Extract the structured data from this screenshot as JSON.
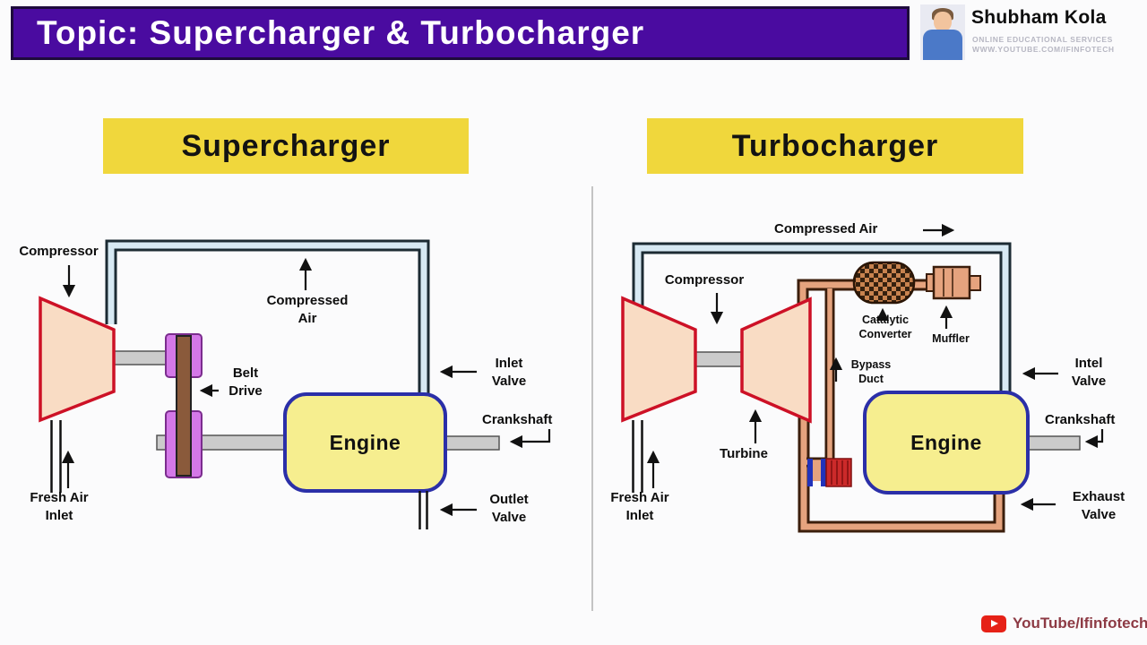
{
  "header": {
    "title": "Topic: Supercharger & Turbocharger"
  },
  "branding": {
    "name": "Shubham Kola",
    "tagline1": "ONLINE EDUCATIONAL SERVICES",
    "tagline2": "WWW.YOUTUBE.COM/IFINFOTECH"
  },
  "footer": {
    "channel": "YouTube/Ifinfotech"
  },
  "diagrams": {
    "supercharger": {
      "title": "Supercharger",
      "labels": {
        "compressor": "Compressor",
        "compressed_air": "Compressed\nAir",
        "belt_drive": "Belt\nDrive",
        "engine": "Engine",
        "inlet_valve": "Inlet\nValve",
        "crankshaft": "Crankshaft",
        "outlet_valve": "Outlet\nValve",
        "fresh_air_inlet": "Fresh Air\nInlet"
      }
    },
    "turbocharger": {
      "title": "Turbocharger",
      "labels": {
        "compressed_air": "Compressed Air",
        "compressor": "Compressor",
        "turbine": "Turbine",
        "catalytic_converter": "Catalytic\nConverter",
        "muffler": "Muffler",
        "bypass_duct": "Bypass\nDuct",
        "engine": "Engine",
        "inlet_valve": "Intel\nValve",
        "crankshaft": "Crankshaft",
        "exhaust_valve": "Exhaust\nValve",
        "fresh_air_inlet": "Fresh Air\nInlet"
      }
    }
  },
  "colors": {
    "header_purple": "#4A0BA0",
    "banner_yellow": "#F0D73C",
    "engine_yellow": "#F6EE8F",
    "engine_border_blue": "#2B2FA8",
    "compressor_border_red": "#CD1126",
    "compressor_fill": "#F9DCC4",
    "air_pipe_dark": "#1C2B33",
    "air_pipe_light": "#D7E9F3",
    "exhaust_pipe_dark": "#3B1E0C",
    "exhaust_pipe_fill": "#E5A37E",
    "belt_brown": "#8A5A3B",
    "pulley_violet": "#D478E8",
    "youtube_red": "#E62117"
  }
}
